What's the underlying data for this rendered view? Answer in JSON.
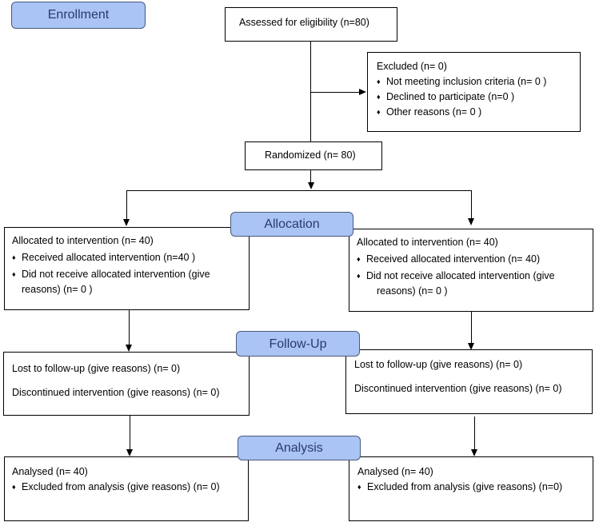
{
  "phases": {
    "enrollment": "Enrollment",
    "allocation": "Allocation",
    "followup": "Follow-Up",
    "analysis": "Analysis"
  },
  "bullet_glyph": "♦",
  "assessed": "Assessed for eligibility (n=80)",
  "excluded": {
    "title": "Excluded (n= 0)",
    "items": [
      "Not meeting inclusion criteria (n= 0 )",
      "Declined to participate (n=0  )",
      "Other reasons (n= 0 )"
    ]
  },
  "randomized": "Randomized (n= 80)",
  "alloc_left": {
    "title": "Allocated to intervention (n= 40)",
    "received": "Received allocated intervention (n=40  )",
    "not_received_1": "Did not receive allocated intervention (give",
    "not_received_2": "reasons) (n= 0 )"
  },
  "alloc_right": {
    "title": "Allocated to intervention (n= 40)",
    "received": "Received allocated intervention (n= 40)",
    "not_received_1": "Did not receive allocated intervention (give",
    "not_received_2": "reasons) (n= 0 )"
  },
  "follow_left": {
    "lost": "Lost to follow-up (give reasons) (n= 0)",
    "discontinued": "Discontinued intervention (give reasons) (n= 0)"
  },
  "follow_right": {
    "lost": "Lost to follow-up (give reasons) (n= 0)",
    "discontinued": "Discontinued intervention (give reasons) (n= 0)"
  },
  "analysis_left": {
    "analysed": "Analysed (n= 40)",
    "excluded": "Excluded from analysis (give reasons) (n= 0)"
  },
  "analysis_right": {
    "analysed": "Analysed (n= 40)",
    "excluded": "Excluded from analysis (give reasons) (n=0)"
  },
  "colors": {
    "phase_fill": "#a9c4f5",
    "phase_text": "#2b3a6e",
    "line": "#000000"
  }
}
